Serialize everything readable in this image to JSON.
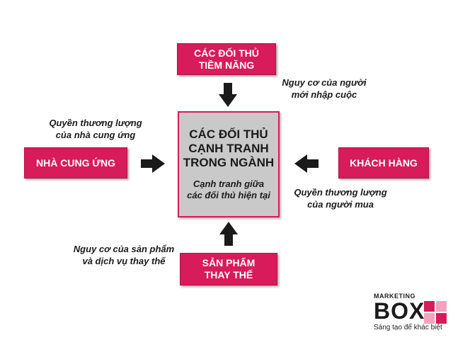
{
  "boxes": {
    "potential": "CÁC ĐỐI THỦ\nTIỀM NĂNG",
    "center_title": "CÁC ĐỐI THỦ\nCẠNH TRANH\nTRONG NGÀNH",
    "center_sub": "Cạnh tranh giữa\ncác đối thủ hiện tại",
    "supplier": "NHÀ CUNG ỨNG",
    "customer": "KHÁCH HÀNG",
    "substitute": "SẢN PHẨM\nTHAY THẾ"
  },
  "notes": {
    "new_entrants": "Nguy cơ của người\nmới nhập cuộc",
    "supplier_power": "Quyền thương lượng\ncủa nhà cung ứng",
    "buyer_power": "Quyền thương lượng\ncủa người mua",
    "substitutes": "Nguy cơ của sản phẩm\nvà dịch vụ thay thế"
  },
  "logo": {
    "top": "MARKETING",
    "main": "BOX",
    "tagline": "Sáng tạo để khác biệt"
  },
  "colors": {
    "accent": "#d81b5a",
    "center_fill": "#c9c9c9",
    "arrow": "#1a1a1a"
  }
}
